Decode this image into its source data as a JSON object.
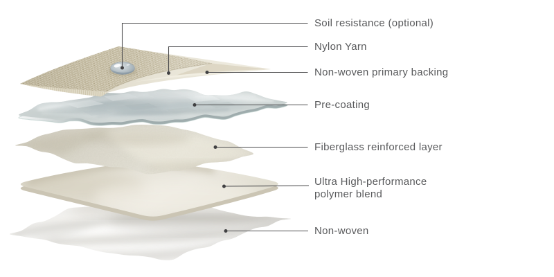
{
  "diagram": {
    "name": "carpet-tile-layer-construction",
    "labels": [
      {
        "id": "soil-resistance",
        "text": "Soil resistance (optional)"
      },
      {
        "id": "nylon-yarn",
        "text": "Nylon Yarn"
      },
      {
        "id": "non-woven-primary-backing",
        "text": "Non-woven primary backing"
      },
      {
        "id": "pre-coating",
        "text": "Pre-coating"
      },
      {
        "id": "fiberglass-reinforced-layer",
        "text": "Fiberglass reinforced layer"
      },
      {
        "id": "ultra-high-performance-polymer-blend",
        "rows": [
          "Ultra High-performance",
          "polymer blend"
        ]
      },
      {
        "id": "non-woven",
        "text": "Non-woven"
      }
    ],
    "colors": {
      "background": "#ffffff",
      "label_text": "#58595b",
      "leader_line": "#4b4b4d",
      "carpet_pile": "#e3decd",
      "carpet_backing": "#e9e4d4",
      "pre_coating": "#c9d1d4",
      "fiberglass": "#ddd8c8",
      "polymer_blend": "#e8e4d8",
      "non_woven": "#f1f0ed",
      "water_drop": "#a8b4bd"
    }
  }
}
